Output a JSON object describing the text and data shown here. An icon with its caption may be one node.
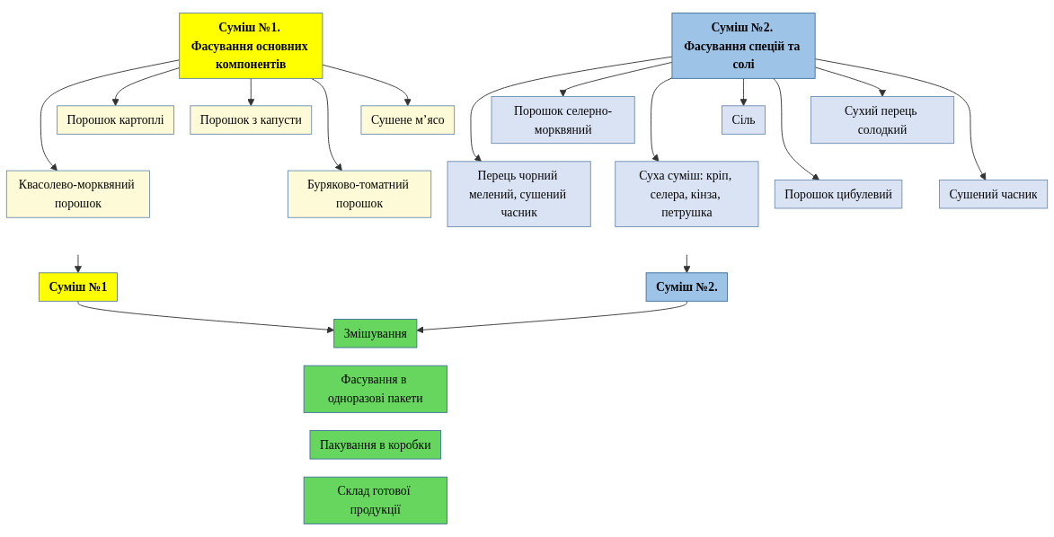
{
  "diagram": {
    "nodes": [
      {
        "text": [
          "Суміш №1. Фасування основних компонентів"
        ]
      },
      {
        "text": [
          "Порошок картоплі"
        ]
      },
      {
        "text": [
          "Сушене м’ясо"
        ]
      },
      {
        "text": [
          "Порошок з капусти"
        ]
      },
      {
        "text": [
          "Квасолево-морквяний порошок"
        ]
      },
      {
        "text": [
          "Буряково-томатний порошок"
        ]
      },
      {
        "text": [
          "Суміш №2. Фасування спецій та солі"
        ]
      },
      {
        "text": [
          "Порошок селерно-морквяний"
        ]
      },
      {
        "text": [
          "Сіль"
        ]
      },
      {
        "text": [
          "Сухий перець солодкий"
        ]
      },
      {
        "text": [
          "Перець чорний мелений, сушений часник"
        ]
      },
      {
        "text": [
          "Суха суміш: кріп, селера, кінза, петрушка"
        ]
      },
      {
        "text": [
          "Порошок цибулевий"
        ]
      },
      {
        "text": [
          "Сушений часник"
        ]
      },
      {
        "text": [
          "Суміш №1"
        ]
      },
      {
        "text": [
          "Суміш №2."
        ]
      },
      {
        "text": [
          "Змішування"
        ]
      },
      {
        "text": [
          "Фасування в одноразові пакети"
        ]
      },
      {
        "text": [
          "Пакування в коробки"
        ]
      },
      {
        "text": [
          "Склад готової продукції"
        ]
      }
    ],
    "edges": [
      {
        "from": 0,
        "to": 1,
        "arrow": "to"
      },
      {
        "from": 0,
        "to": 2,
        "arrow": "to"
      },
      {
        "from": 0,
        "to": 3,
        "arrow": "to"
      },
      {
        "from": 0,
        "to": 4,
        "arrow": "to"
      },
      {
        "from": 0,
        "to": 5,
        "arrow": "to"
      },
      {
        "from": 6,
        "to": 7,
        "arrow": "to"
      },
      {
        "from": 6,
        "to": 8,
        "arrow": "to"
      },
      {
        "from": 6,
        "to": 9,
        "arrow": "to"
      },
      {
        "from": 6,
        "to": 12,
        "arrow": "to"
      },
      {
        "from": 6,
        "to": 10,
        "arrow": "to"
      },
      {
        "from": 6,
        "to": 11,
        "arrow": "to"
      },
      {
        "from": 6,
        "to": 13,
        "arrow": "to"
      },
      {
        "from": null,
        "to": 14,
        "arrow": "to"
      },
      {
        "from": null,
        "to": 15,
        "arrow": "to"
      },
      {
        "from": 14,
        "to": 16,
        "arrow": "to"
      },
      {
        "from": 15,
        "to": 16,
        "arrow": "to"
      }
    ]
  }
}
